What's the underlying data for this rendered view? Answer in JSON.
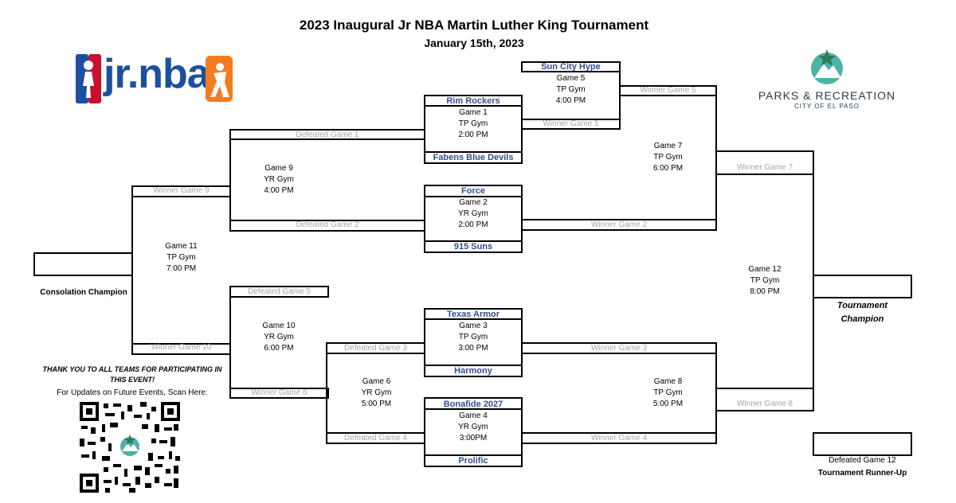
{
  "header": {
    "title": "2023 Inaugural Jr NBA Martin Luther King Tournament",
    "date": "January 15th, 2023"
  },
  "logos": {
    "left_brand": "jr.nba",
    "right_main": "PARKS & RECREATION",
    "right_sub": "CITY OF EL PASO"
  },
  "teams": {
    "rim_rockers": "Rim Rockers",
    "fabens": "Fabens Blue Devils",
    "force": "Force",
    "suns915": "915 Suns",
    "sun_city": "Sun City Hype",
    "texas_armor": "Texas Armor",
    "harmony": "Harmony",
    "bonafide": "Bonafide 2027",
    "prolific": "Prolific"
  },
  "games": {
    "g1": {
      "name": "Game 1",
      "venue": "TP Gym",
      "time": "2:00 PM"
    },
    "g2": {
      "name": "Game 2",
      "venue": "YR Gym",
      "time": "2:00 PM"
    },
    "g3": {
      "name": "Game 3",
      "venue": "TP Gym",
      "time": "3:00 PM"
    },
    "g4": {
      "name": "Game 4",
      "venue": "YR Gym",
      "time": "3:00PM"
    },
    "g5": {
      "name": "Game 5",
      "venue": "TP Gym",
      "time": "4:00 PM"
    },
    "g6": {
      "name": "Game 6",
      "venue": "YR Gym",
      "time": "5:00 PM"
    },
    "g7": {
      "name": "Game 7",
      "venue": "TP Gym",
      "time": "6:00 PM"
    },
    "g8": {
      "name": "Game 8",
      "venue": "TP Gym",
      "time": "5:00 PM"
    },
    "g9": {
      "name": "Game 9",
      "venue": "YR Gym",
      "time": "4:00 PM"
    },
    "g10": {
      "name": "Game 10",
      "venue": "YR Gym",
      "time": "6:00 PM"
    },
    "g11": {
      "name": "Game 11",
      "venue": "TP Gym",
      "time": "7:00 PM"
    },
    "g12": {
      "name": "Game 12",
      "venue": "TP Gym",
      "time": "8:00 PM"
    }
  },
  "placeholders": {
    "def1": "Defeated Game 1",
    "def2": "Defeated Game 2",
    "def3": "Defeated Game 3",
    "def4": "Defeated Game 4",
    "def5": "Defeated Game 5",
    "win1": "Winner Game 1",
    "win2": "Winner Game 2",
    "win3": "Winner Game 3",
    "win4": "Winner Game 4",
    "win5": "Winner Game 5",
    "win6": "Winner Game 6",
    "win7": "Winner Game 7",
    "win8": "Winner Game 8",
    "win9": "Winner Game 9",
    "win10": "Winner Game 10"
  },
  "labels": {
    "consolation": "Consolation Champion",
    "tourney1": "Tournament",
    "tourney2": "Champion",
    "defeated12": "Defeated Game 12",
    "runner_up": "Tournament Runner-Up"
  },
  "footer": {
    "thanks": "THANK YOU TO ALL TEAMS FOR PARTICIPATING IN THIS EVENT!",
    "scan": "For Updates on Future Events, Scan Here:"
  }
}
